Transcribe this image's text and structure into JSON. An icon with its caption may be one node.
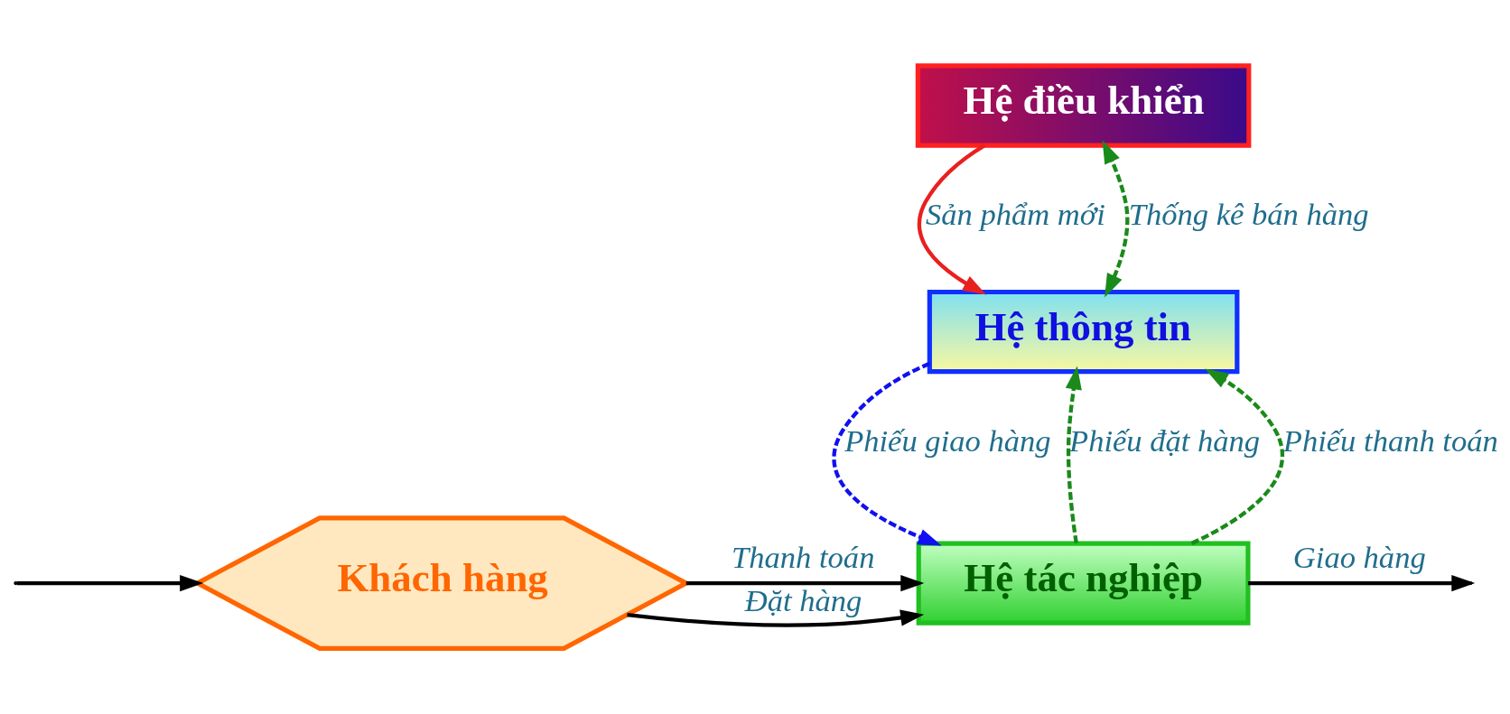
{
  "diagram": {
    "nodes": [
      {
        "text": [
          "Hệ điều khiển"
        ]
      },
      {
        "text": [
          "Hệ thông tin"
        ]
      },
      {
        "text": [
          "Khách hàng"
        ]
      },
      {
        "text": [
          "Hệ tác nghiệp"
        ]
      }
    ],
    "edges": [
      {
        "from": 1,
        "to": 0,
        "arrow": "both",
        "label": "Thống kê bán hàng",
        "style": "dashed",
        "color": "#1a8a1a"
      },
      {
        "from": 0,
        "to": 1,
        "arrow": "to",
        "label": "Sản phẩm mới",
        "color": "#e82020"
      },
      {
        "from": 3,
        "to": 1,
        "arrow": "to",
        "label": "Phiếu đặt hàng",
        "style": "dashed",
        "color": "#1a8a1a"
      },
      {
        "from": 1,
        "to": 3,
        "arrow": "to",
        "label": "Phiếu giao hàng",
        "style": "dashed",
        "color": "#1010f0"
      },
      {
        "from": 3,
        "to": 1,
        "arrow": "to",
        "label": "Phiếu thanh toán",
        "style": "dashed",
        "color": "#1a8a1a"
      },
      {
        "from": 2,
        "to": 3,
        "arrow": "to",
        "label": "Đặt hàng"
      },
      {
        "from": 2,
        "to": 3,
        "arrow": "to",
        "label": "Thanh toán"
      },
      {
        "from": 3,
        "to": null,
        "arrow": "to",
        "label": "Giao hàng"
      },
      {
        "from": null,
        "to": 2,
        "arrow": "to"
      }
    ]
  }
}
